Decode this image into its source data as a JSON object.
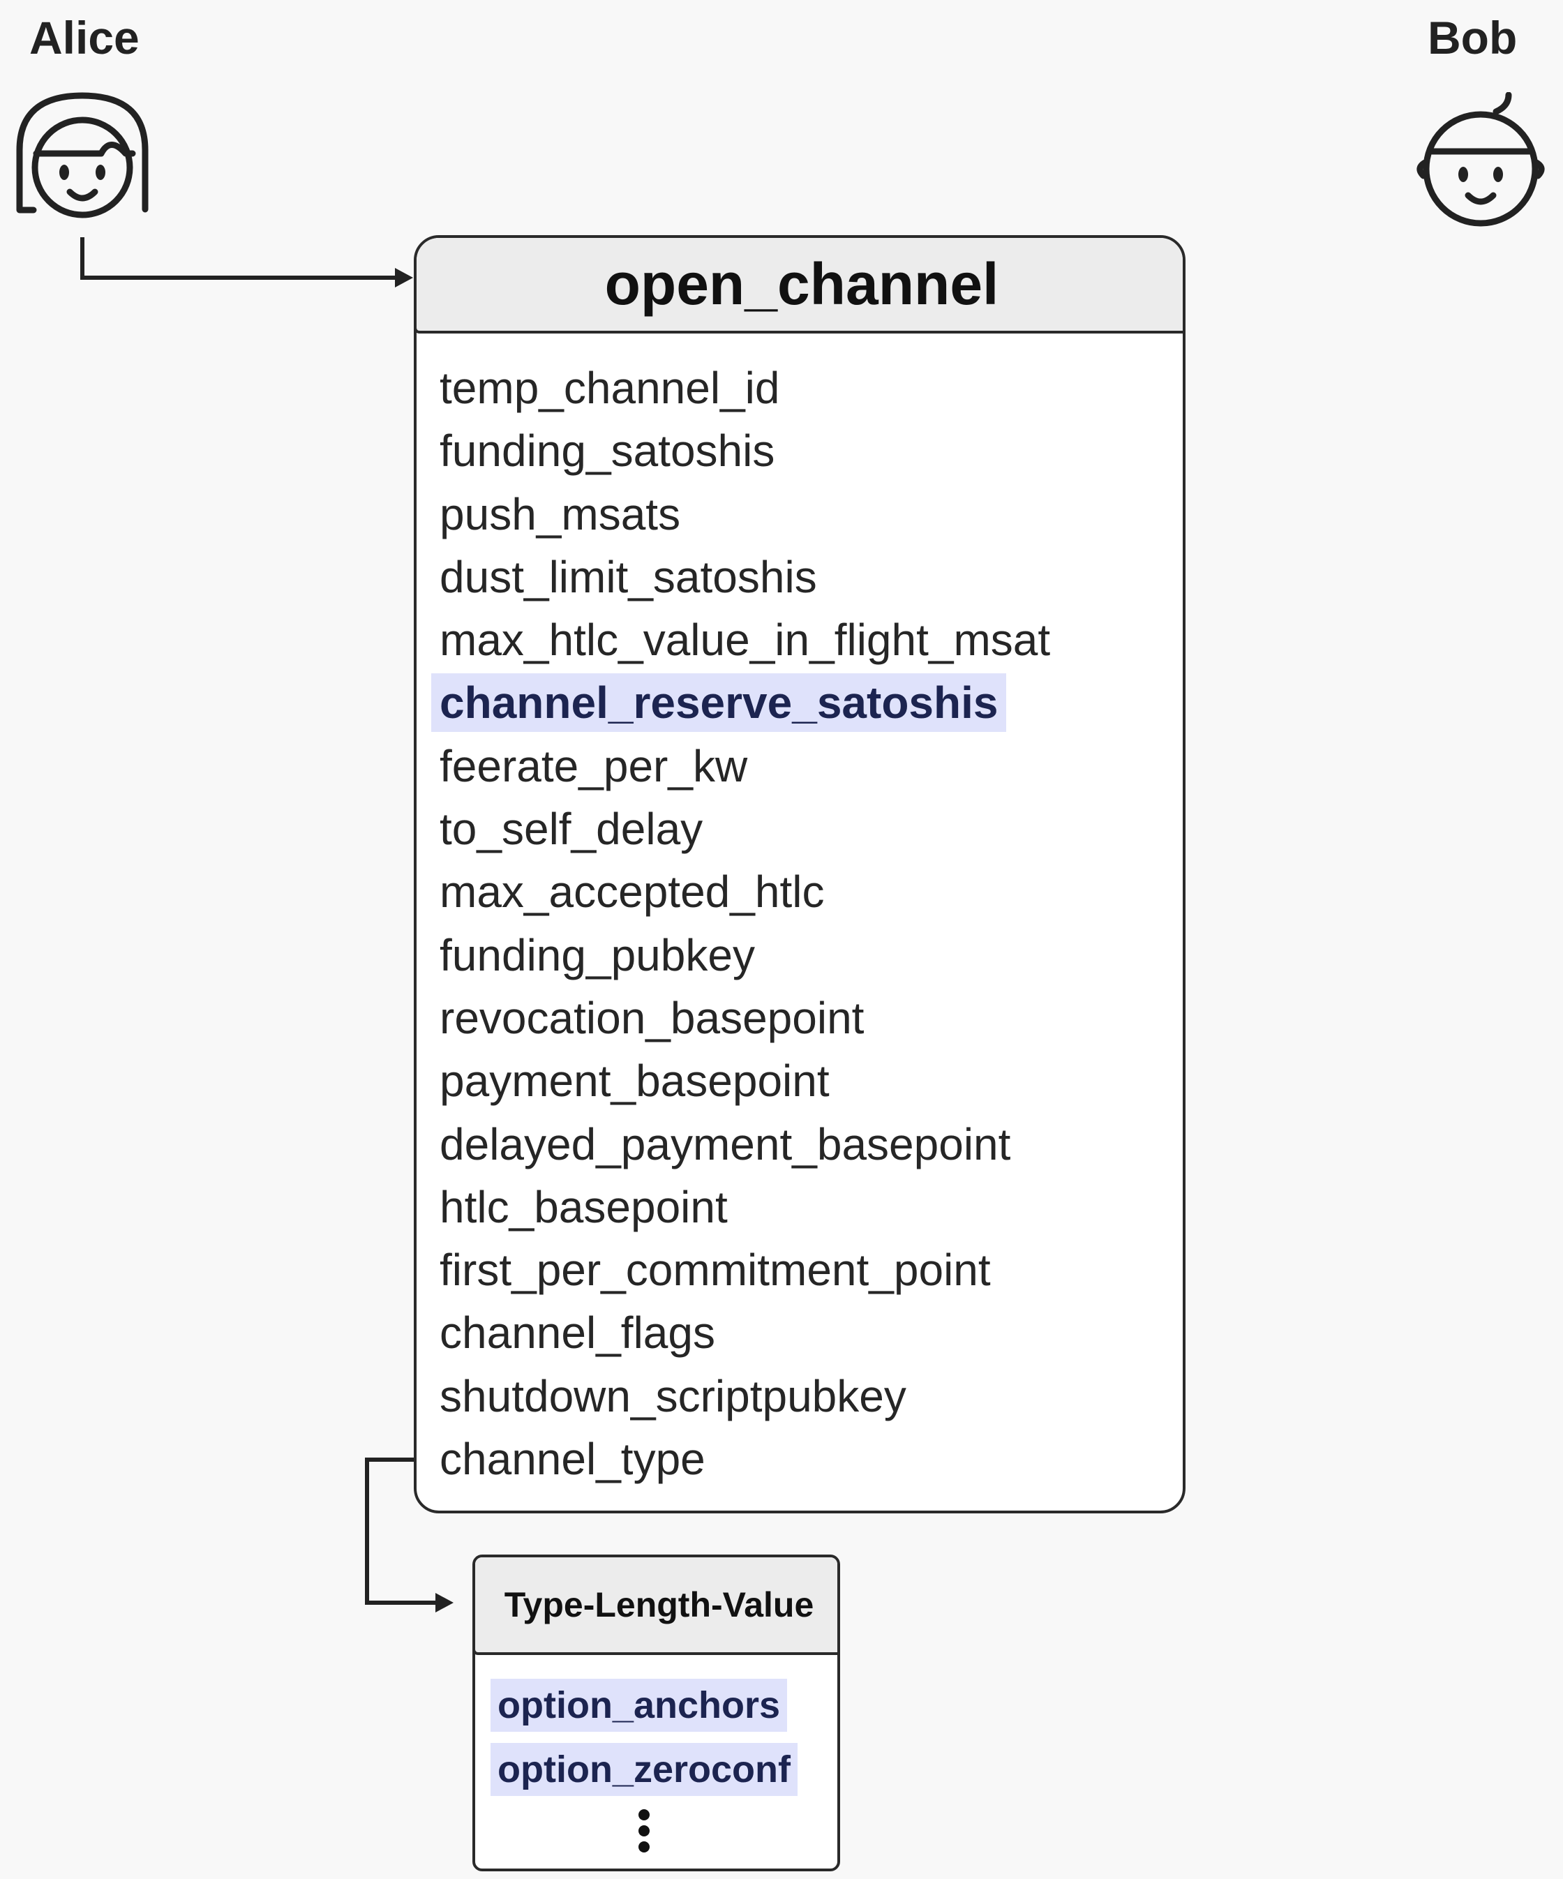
{
  "actors": {
    "alice": {
      "name": "Alice",
      "icon": "woman-face-icon"
    },
    "bob": {
      "name": "Bob",
      "icon": "man-face-icon"
    }
  },
  "message": {
    "title": "open_channel",
    "fields": [
      {
        "name": "temp_channel_id",
        "highlight": false
      },
      {
        "name": "funding_satoshis",
        "highlight": false
      },
      {
        "name": "push_msats",
        "highlight": false
      },
      {
        "name": "dust_limit_satoshis",
        "highlight": false
      },
      {
        "name": "max_htlc_value_in_flight_msat",
        "highlight": false
      },
      {
        "name": "channel_reserve_satoshis",
        "highlight": true
      },
      {
        "name": "feerate_per_kw",
        "highlight": false
      },
      {
        "name": "to_self_delay",
        "highlight": false
      },
      {
        "name": "max_accepted_htlc",
        "highlight": false
      },
      {
        "name": "funding_pubkey",
        "highlight": false
      },
      {
        "name": "revocation_basepoint",
        "highlight": false
      },
      {
        "name": "payment_basepoint",
        "highlight": false
      },
      {
        "name": "delayed_payment_basepoint",
        "highlight": false
      },
      {
        "name": "htlc_basepoint",
        "highlight": false
      },
      {
        "name": "first_per_commitment_point",
        "highlight": false
      },
      {
        "name": "channel_flags",
        "highlight": false
      },
      {
        "name": "shutdown_scriptpubkey",
        "highlight": false
      },
      {
        "name": "channel_type",
        "highlight": false
      }
    ]
  },
  "tlv": {
    "title": "Type-Length-Value",
    "items": [
      "option_anchors",
      "option_zeroconf"
    ],
    "more_icon": "vertical-ellipsis-icon"
  },
  "colors": {
    "highlight_bg": "#dfe2fb",
    "highlight_text": "#1c2450",
    "header_bg": "#ececec",
    "stroke": "#2a2a2a"
  }
}
